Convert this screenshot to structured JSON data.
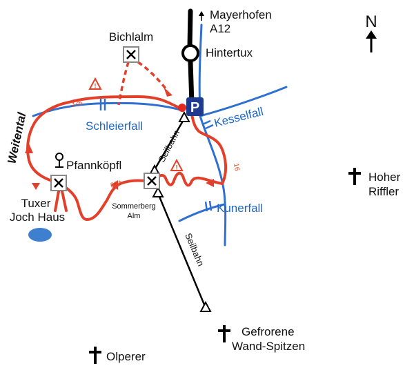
{
  "north": {
    "letter": "N"
  },
  "places": {
    "mayerhofen": "Mayerhofen",
    "a12": "A12",
    "hintertux": "Hintertux",
    "bichlalm": "Bichlalm",
    "schleierfall": "Schleierfall",
    "kesselfall": "Kesselfall",
    "kunerfall": "Kunerfall",
    "weitental": "Weitental",
    "pfannkoepfl": "Pfannköpfl",
    "tuxer_line1": "Tuxer",
    "tuxer_line2": "Joch Haus",
    "sommerberg_line1": "Sommerberg",
    "sommerberg_line2": "Alm",
    "hoher_line1": "Hoher",
    "hoher_line2": "Riffler",
    "gefrorene_line1": "Gefrorene",
    "gefrorene_line2": "Wand-Spitzen",
    "olperer": "Olperer"
  },
  "lifts": {
    "upper": "Seilbahn",
    "lower": "Seilbahn"
  },
  "trails": {
    "t326": "326",
    "t324": "324",
    "t16": "16"
  },
  "parking": {
    "symbol": "P"
  },
  "colors": {
    "trail": "#e2402a",
    "river": "#2f6fd0",
    "parking": "#1e3b8f",
    "lake": "#3f7fd0"
  }
}
